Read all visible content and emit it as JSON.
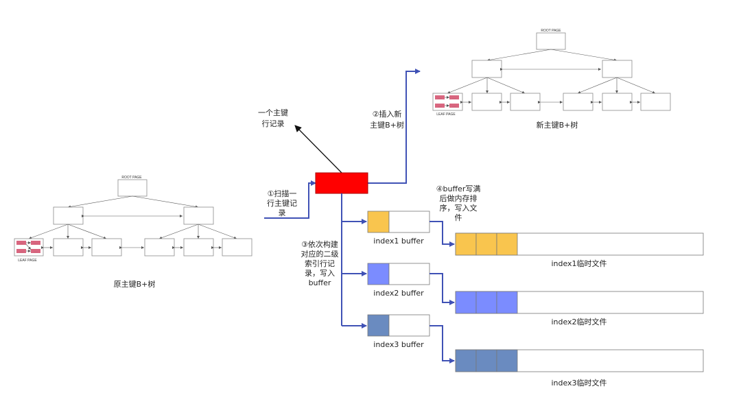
{
  "colors": {
    "record_red": "#ff0000",
    "index1": "#f9c54e",
    "index2": "#7b8cff",
    "index3": "#6a8bc0",
    "flow_blue": "#3f51b5",
    "leaf_pink": "#d9667f"
  },
  "trees": {
    "original_caption": "原主键B+树",
    "new_caption": "新主键B+树",
    "root_label": "ROOT PAGE",
    "leaf_label": "LEAF PAGE",
    "leaf_row_text": "……"
  },
  "steps": {
    "step0": [
      "一个主键",
      "行记录"
    ],
    "step1": [
      "①扫描一",
      "行主键记",
      "录"
    ],
    "step2": [
      "②插入新",
      "主键B+树"
    ],
    "step3": [
      "③依次构建",
      "对应的二级",
      "索引行记",
      "录，写入",
      "buffer"
    ],
    "step4": [
      "④buffer写满",
      "后做内存排",
      "序，写入文",
      "件"
    ]
  },
  "buffers": [
    {
      "label": "index1 buffer",
      "file_label": "index1临时文件"
    },
    {
      "label": "index2 buffer",
      "file_label": "index2临时文件"
    },
    {
      "label": "index3 buffer",
      "file_label": "index3临时文件"
    }
  ]
}
